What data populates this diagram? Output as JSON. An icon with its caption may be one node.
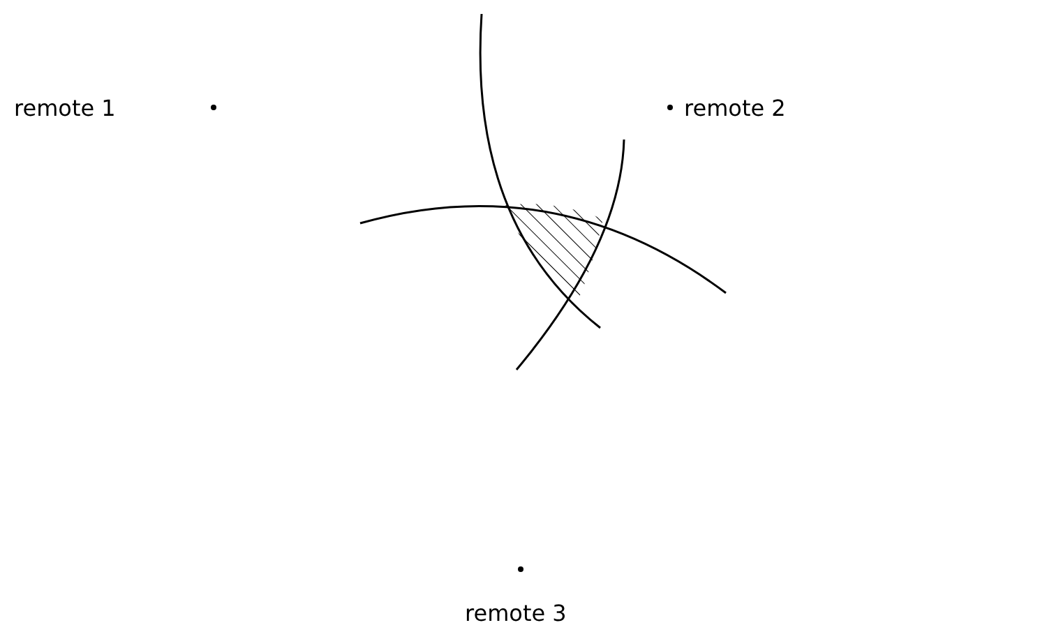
{
  "diagram": {
    "labels": [
      "remote 1",
      "remote 2",
      "remote 3"
    ]
  }
}
